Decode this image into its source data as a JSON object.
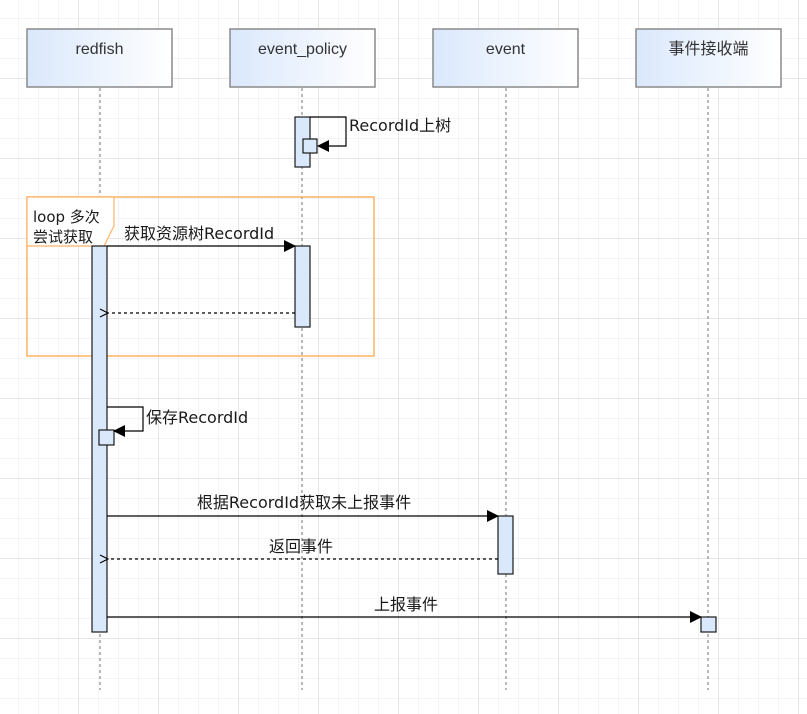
{
  "diagram": {
    "type": "sequence",
    "actors": [
      {
        "id": "redfish",
        "label": "redfish"
      },
      {
        "id": "event_policy",
        "label": "event_policy"
      },
      {
        "id": "event",
        "label": "event"
      },
      {
        "id": "receiver",
        "label": "事件接收端"
      }
    ],
    "loop": {
      "label_line1": "loop 多次",
      "label_line2": "尝试获取"
    },
    "messages": [
      {
        "id": "m1",
        "from": "event_policy",
        "to": "event_policy",
        "style": "solid",
        "label": "RecordId上树"
      },
      {
        "id": "m2",
        "from": "redfish",
        "to": "event_policy",
        "style": "solid",
        "label": "获取资源树RecordId"
      },
      {
        "id": "m3",
        "from": "event_policy",
        "to": "redfish",
        "style": "dashed",
        "label": ""
      },
      {
        "id": "m4",
        "from": "redfish",
        "to": "redfish",
        "style": "solid",
        "label": "保存RecordId"
      },
      {
        "id": "m5",
        "from": "redfish",
        "to": "event",
        "style": "solid",
        "label": "根据RecordId获取未上报事件"
      },
      {
        "id": "m6",
        "from": "event",
        "to": "redfish",
        "style": "dashed",
        "label": "返回事件"
      },
      {
        "id": "m7",
        "from": "redfish",
        "to": "receiver",
        "style": "solid",
        "label": "上报事件"
      }
    ]
  },
  "colors": {
    "actor_fill_top": "#ffffff",
    "actor_fill_bottom": "#dae8fc",
    "activation_fill": "#dae8fc",
    "loop_border": "#ffb366"
  }
}
